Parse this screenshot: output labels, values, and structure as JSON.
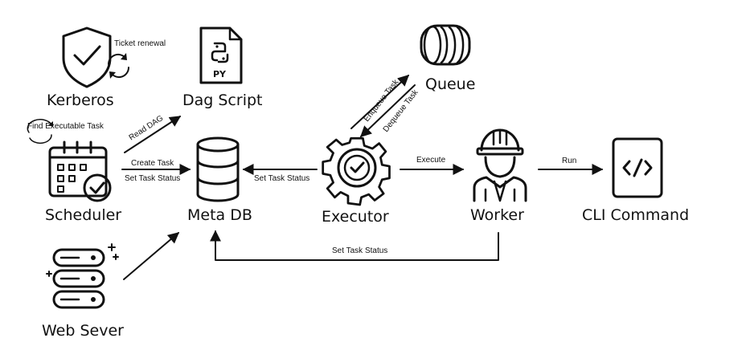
{
  "nodes": {
    "kerberos": "Kerberos",
    "dag_script": "Dag Script",
    "queue": "Queue",
    "scheduler": "Scheduler",
    "meta_db": "Meta DB",
    "executor": "Executor",
    "worker": "Worker",
    "cli_command": "CLI Command",
    "web_server": "Web Sever",
    "py_badge": "PY"
  },
  "edges": {
    "ticket_renewal": "Ticket renewal",
    "find_executable_task": "Find Executable Task",
    "read_dag": "Read DAG",
    "create_task": "Create Task",
    "set_task_status_scheduler": "Set Task Status",
    "set_task_status_executor": "Set Task Status",
    "enqueue_task": "Enqueue Task",
    "dequeue_task": "Dequeue Task",
    "execute": "Execute",
    "run": "Run",
    "set_task_status_worker": "Set Task Status"
  },
  "colors": {
    "ink": "#111111",
    "background": "#ffffff"
  }
}
